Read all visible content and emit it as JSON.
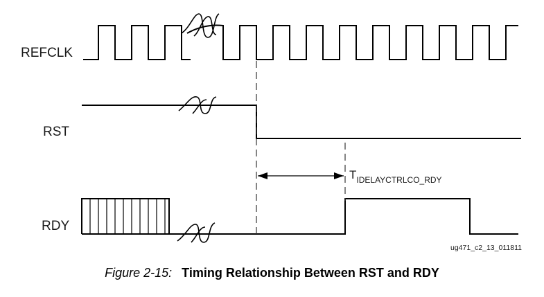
{
  "signals": {
    "refclk": "REFCLK",
    "rst": "RST",
    "rdy": "RDY"
  },
  "timing": {
    "main": "T",
    "subscript": "IDELAYCTRLCO_RDY"
  },
  "doc_code": "ug471_c2_13_011811",
  "figure": {
    "number": "Figure 2-15:",
    "title": "Timing Relationship Between RST and RDY"
  }
}
